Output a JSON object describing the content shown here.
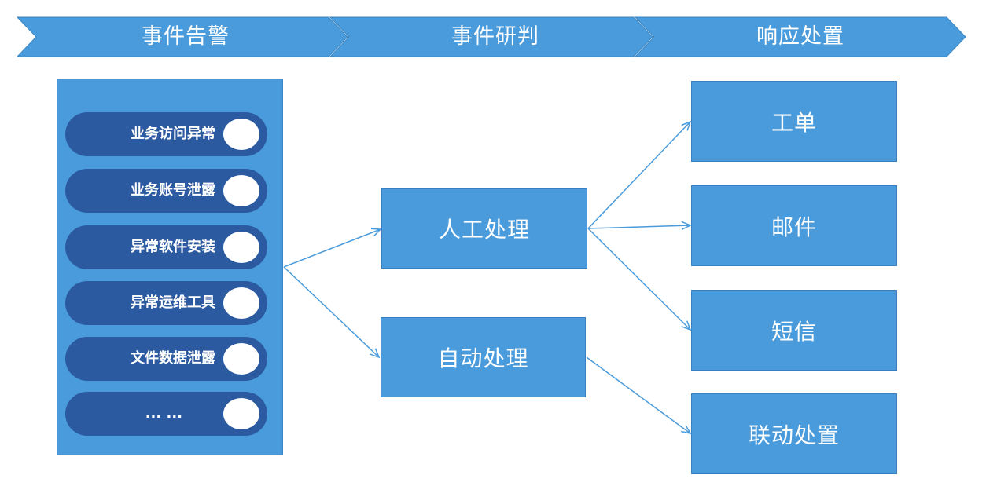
{
  "stages": [
    "事件告警",
    "事件研判",
    "响应处置"
  ],
  "alerts": [
    "业务访问异常",
    "业务账号泄露",
    "异常软件安装",
    "异常运维工具",
    "文件数据泄露",
    "... ..."
  ],
  "handling": [
    "人工处理",
    "自动处理"
  ],
  "responses": [
    "工单",
    "邮件",
    "短信",
    "联动处置"
  ],
  "colors": {
    "primary": "#4a9bdb",
    "pill": "#2c5aa0",
    "arrow": "#4a9bdb",
    "text": "#ffffff"
  }
}
